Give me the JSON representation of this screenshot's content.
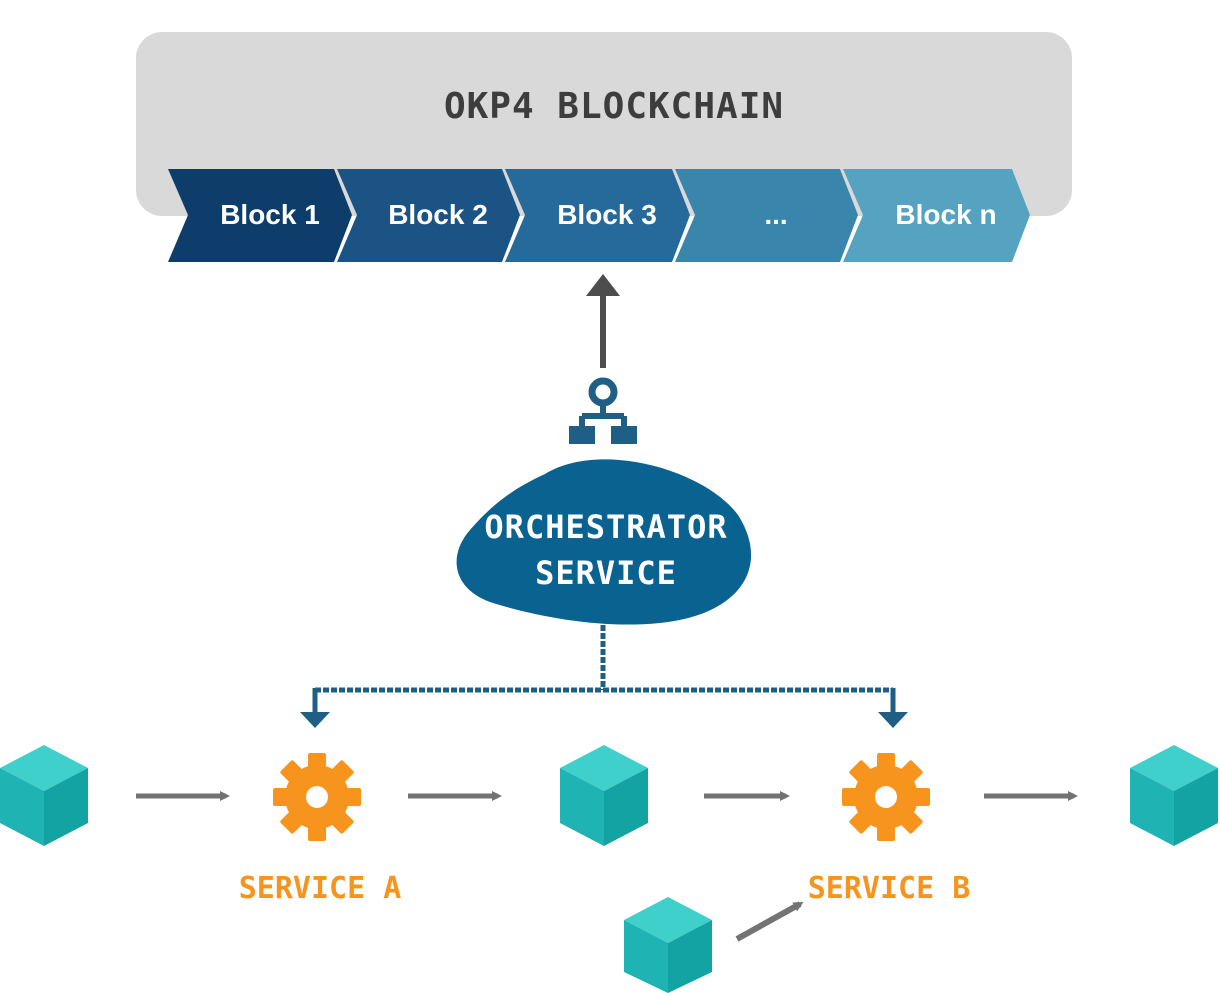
{
  "blockchain": {
    "title": "OKP4 BLOCKCHAIN",
    "blocks": [
      {
        "label": "Block 1",
        "color": "#0e3d6b"
      },
      {
        "label": "Block 2",
        "color": "#1a5384"
      },
      {
        "label": "Block 3",
        "color": "#26699b"
      },
      {
        "label": "...",
        "color": "#3a85ab"
      },
      {
        "label": "Block n",
        "color": "#55a3c1"
      }
    ],
    "panel_color": "#d9d9d9"
  },
  "orchestrator": {
    "line1": "ORCHESTRATOR",
    "line2": "SERVICE",
    "color": "#0a6291"
  },
  "services": [
    {
      "label": "SERVICE A",
      "icon": "gear-icon"
    },
    {
      "label": "SERVICE B",
      "icon": "gear-icon"
    }
  ],
  "colors": {
    "data_cube": "#1fb3b3",
    "gear": "#f7941d",
    "arrow_gray": "#737373",
    "link_blue": "#1f5f85"
  }
}
